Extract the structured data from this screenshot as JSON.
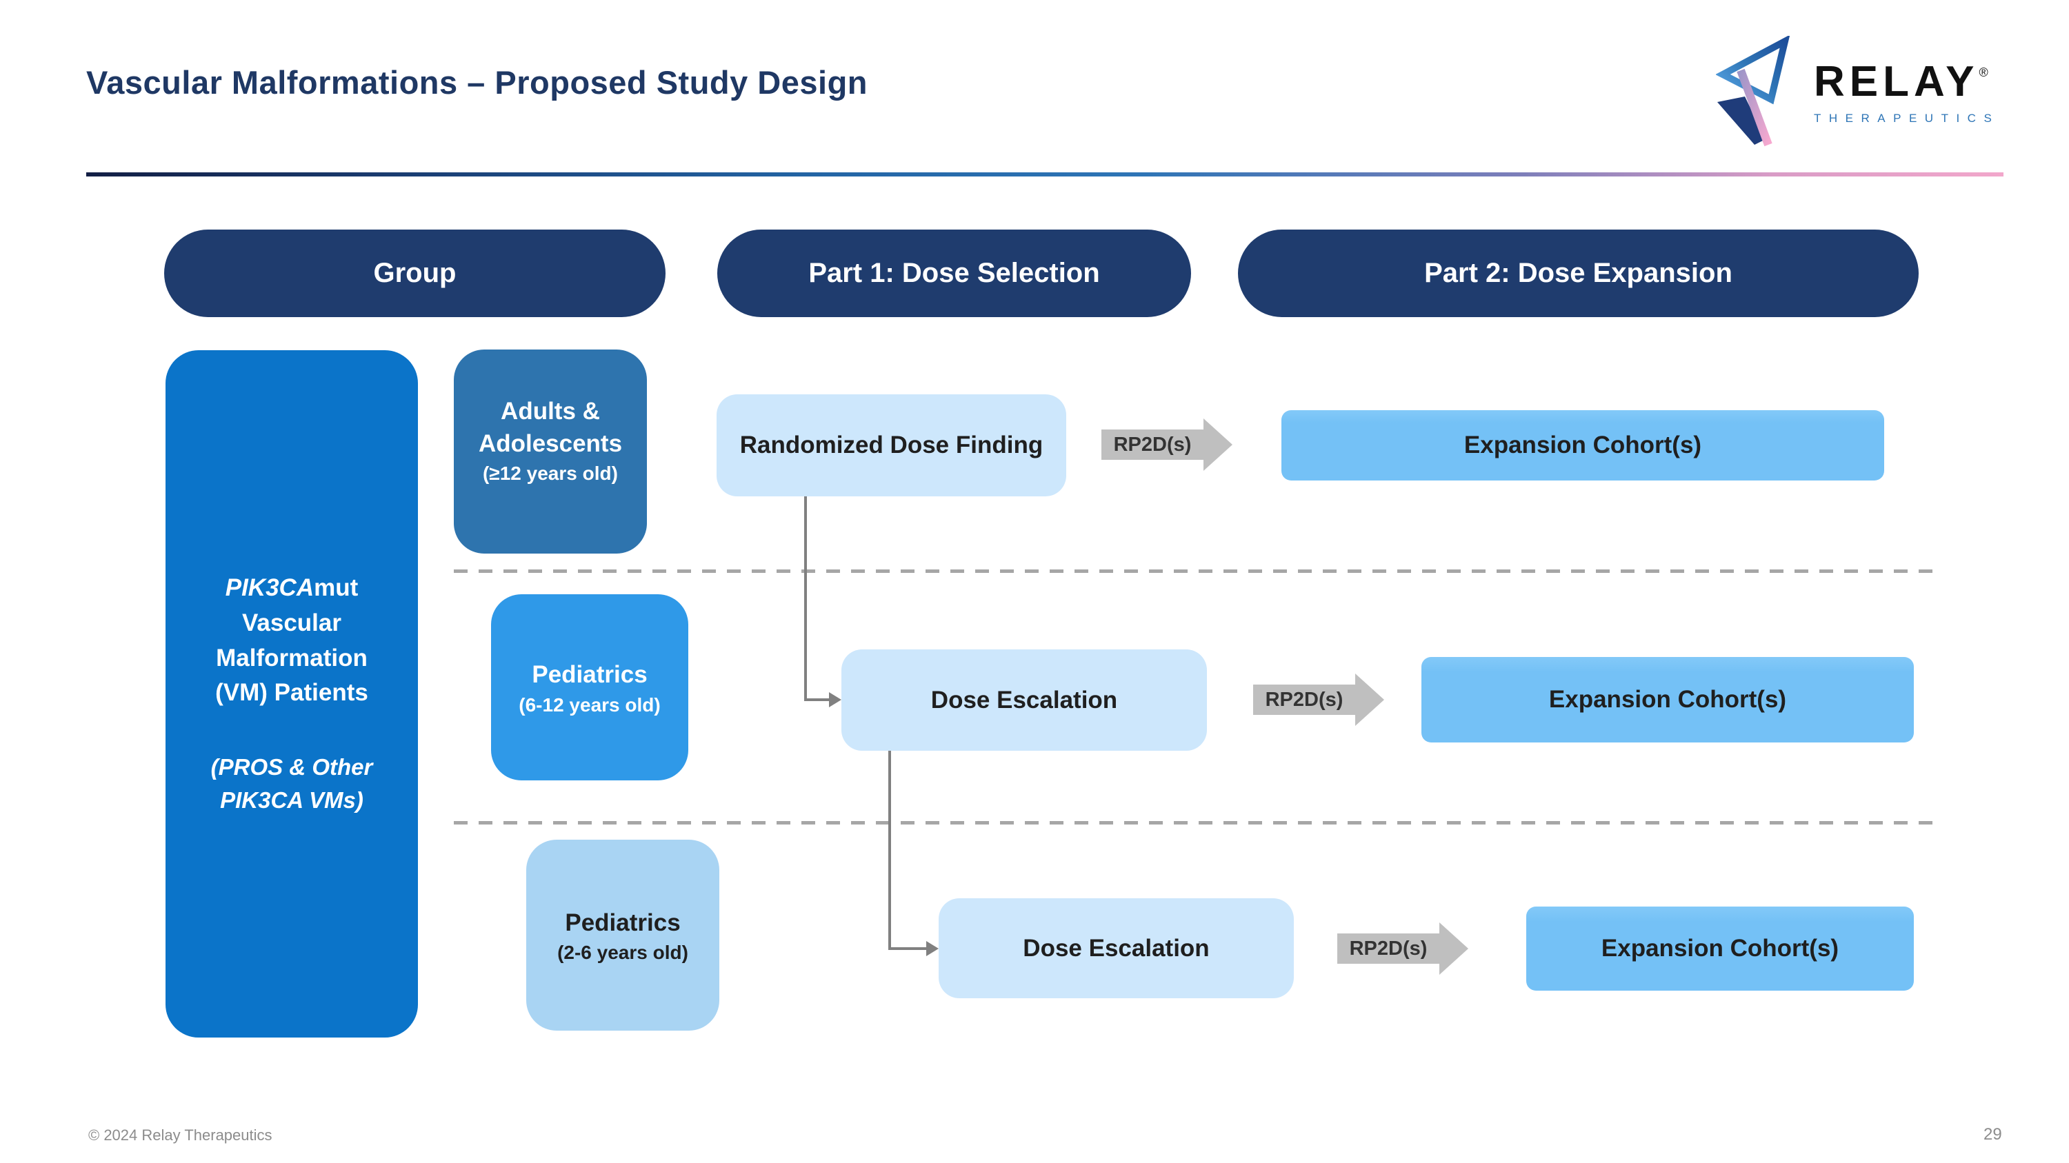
{
  "slide": {
    "title": "Vascular Malformations – Proposed Study Design",
    "footer_copyright": "© 2024 Relay Therapeutics",
    "page_number": "29"
  },
  "logo": {
    "brand": "RELAY",
    "registered": "®",
    "subtext": "THERAPEUTICS"
  },
  "headers": [
    {
      "label": "Group"
    },
    {
      "label": "Part 1: Dose Selection"
    },
    {
      "label": "Part 2: Dose Expansion"
    }
  ],
  "patient_box": {
    "gene": "PIK3CA",
    "gene_suffix": "mut",
    "population": "Vascular\nMalformation\n(VM) Patients",
    "subnote": "(PROS & Other\nPIK3CA VMs)"
  },
  "groups": [
    {
      "title": "Adults &\nAdolescents",
      "age": "(≥12 years old)"
    },
    {
      "title": "Pediatrics",
      "age": "(6-12 years old)"
    },
    {
      "title": "Pediatrics",
      "age": "(2-6 years old)"
    }
  ],
  "rows": [
    {
      "part1_label": "Randomized Dose Finding",
      "arrow_label": "RP2D(s)",
      "part2_label": "Expansion Cohort(s)"
    },
    {
      "part1_label": "Dose Escalation",
      "arrow_label": "RP2D(s)",
      "part2_label": "Expansion Cohort(s)"
    },
    {
      "part1_label": "Dose Escalation",
      "arrow_label": "RP2D(s)",
      "part2_label": "Expansion Cohort(s)"
    }
  ],
  "colors": {
    "navy": "#1f3c6e",
    "title-navy": "#1f3864",
    "azure": "#0b74c9",
    "steel": "#2e74ae",
    "vivid": "#2f99e8",
    "lightsky": "#a9d4f3",
    "pale": "#cde7fc",
    "sky": "#74c1f6",
    "arrow-gray": "#bfbfbf",
    "line-gray": "#808080",
    "dash-gray": "#a6a6a6",
    "pink": "#f2a7cb"
  }
}
